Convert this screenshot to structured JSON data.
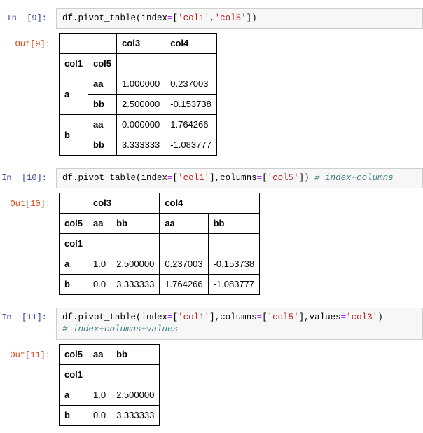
{
  "colors": {
    "in_prompt": "#303F9F",
    "out_prompt": "#D84315",
    "code_string": "#BA2121",
    "code_comment": "#408080",
    "code_operator": "#AA22FF",
    "input_background": "#F7F7F7",
    "input_border": "#CFCFCF",
    "table_border": "#000000"
  },
  "cells": [
    {
      "in_label": "In  [9]:",
      "out_label": "Out[9]:",
      "code_lines": [
        [
          {
            "text": "df.pivot_table(index",
            "type": "plain"
          },
          {
            "text": "=",
            "type": "op"
          },
          {
            "text": "[",
            "type": "plain"
          },
          {
            "text": "'col1'",
            "type": "str"
          },
          {
            "text": ",",
            "type": "plain"
          },
          {
            "text": "'col5'",
            "type": "str"
          },
          {
            "text": "])",
            "type": "plain"
          }
        ]
      ],
      "table": {
        "columns": [
          "col3",
          "col4"
        ],
        "index_names": [
          "col1",
          "col5"
        ],
        "groups": [
          "a",
          "b"
        ],
        "rows": [
          {
            "sub": "aa",
            "col3": "1.000000",
            "col4": "0.237003"
          },
          {
            "sub": "bb",
            "col3": "2.500000",
            "col4": "-0.153738"
          },
          {
            "sub": "aa",
            "col3": "0.000000",
            "col4": "1.764266"
          },
          {
            "sub": "bb",
            "col3": "3.333333",
            "col4": "-1.083777"
          }
        ]
      }
    },
    {
      "in_label": "In  [10]:",
      "out_label": "Out[10]:",
      "code_lines": [
        [
          {
            "text": "df.pivot_table(index",
            "type": "plain"
          },
          {
            "text": "=",
            "type": "op"
          },
          {
            "text": "[",
            "type": "plain"
          },
          {
            "text": "'col1'",
            "type": "str"
          },
          {
            "text": "],columns",
            "type": "plain"
          },
          {
            "text": "=",
            "type": "op"
          },
          {
            "text": "[",
            "type": "plain"
          },
          {
            "text": "'col5'",
            "type": "str"
          },
          {
            "text": "]) ",
            "type": "plain"
          },
          {
            "text": "# index+columns",
            "type": "comment"
          }
        ]
      ],
      "table": {
        "top_columns": [
          "col3",
          "col4"
        ],
        "col5_label": "col5",
        "sub_columns": [
          "aa",
          "bb",
          "aa",
          "bb"
        ],
        "col1_label": "col1",
        "rows": [
          {
            "index": "a",
            "values": [
              "1.0",
              "2.500000",
              "0.237003",
              "-0.153738"
            ]
          },
          {
            "index": "b",
            "values": [
              "0.0",
              "3.333333",
              "1.764266",
              "-1.083777"
            ]
          }
        ]
      }
    },
    {
      "in_label": "In  [11]:",
      "out_label": "Out[11]:",
      "code_lines": [
        [
          {
            "text": "df.pivot_table(index",
            "type": "plain"
          },
          {
            "text": "=",
            "type": "op"
          },
          {
            "text": "[",
            "type": "plain"
          },
          {
            "text": "'col1'",
            "type": "str"
          },
          {
            "text": "],columns",
            "type": "plain"
          },
          {
            "text": "=",
            "type": "op"
          },
          {
            "text": "[",
            "type": "plain"
          },
          {
            "text": "'col5'",
            "type": "str"
          },
          {
            "text": "],values",
            "type": "plain"
          },
          {
            "text": "=",
            "type": "op"
          },
          {
            "text": "'col3'",
            "type": "str"
          },
          {
            "text": ")",
            "type": "plain"
          }
        ],
        [
          {
            "text": "# index+columns+values",
            "type": "comment"
          }
        ]
      ],
      "table": {
        "col5_label": "col5",
        "sub_columns": [
          "aa",
          "bb"
        ],
        "col1_label": "col1",
        "rows": [
          {
            "index": "a",
            "values": [
              "1.0",
              "2.500000"
            ]
          },
          {
            "index": "b",
            "values": [
              "0.0",
              "3.333333"
            ]
          }
        ]
      }
    }
  ]
}
